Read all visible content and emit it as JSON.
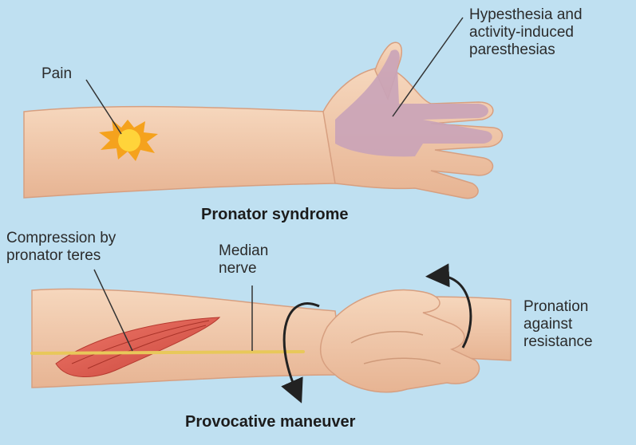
{
  "figure": {
    "labels": {
      "pain": "Pain",
      "hypesthesia": "Hypesthesia and\nactivity-induced\nparesthesias",
      "compression": "Compression by\npronator teres",
      "median_nerve": "Median\nnerve",
      "pronation": "Pronation\nagainst\nresistance"
    },
    "titles": {
      "top": "Pronator syndrome",
      "bottom": "Provocative maneuver"
    }
  },
  "colors": {
    "background": "#bfe0f1",
    "skin": "#f3cfb0",
    "skin_shadow": "#e0ad8c",
    "pain_burst": "#f5a21d",
    "numb_area": "#c9a3b8",
    "muscle": "#d9534a",
    "nerve": "#e8c85a",
    "arrow": "#222222"
  }
}
